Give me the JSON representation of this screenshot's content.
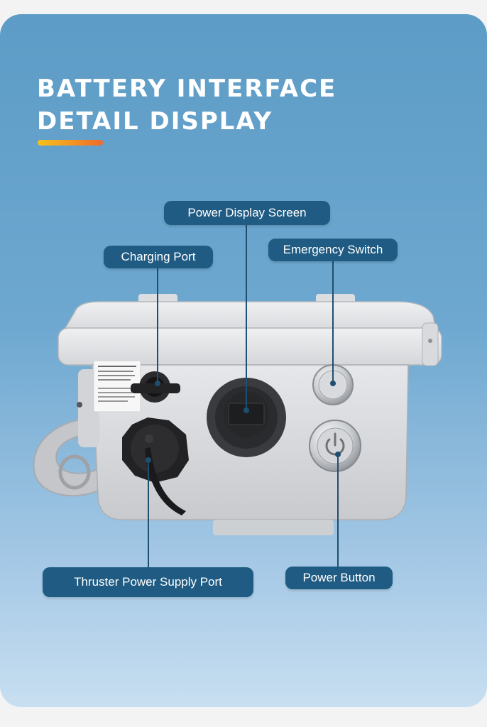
{
  "header": {
    "title_line1": "BATTERY INTERFACE",
    "title_line2": "DETAIL DISPLAY"
  },
  "callouts": {
    "power_display_screen": "Power Display Screen",
    "charging_port": "Charging Port",
    "emergency_switch": "Emergency Switch",
    "thruster_power_supply_port": "Thruster Power Supply Port",
    "power_button": "Power Button"
  },
  "colors": {
    "card_top": "#5c9cc6",
    "card_bottom": "#c8dff1",
    "label_bg": "#1f5b82",
    "accent_start": "#f5c21a",
    "accent_end": "#ef6a2d"
  }
}
